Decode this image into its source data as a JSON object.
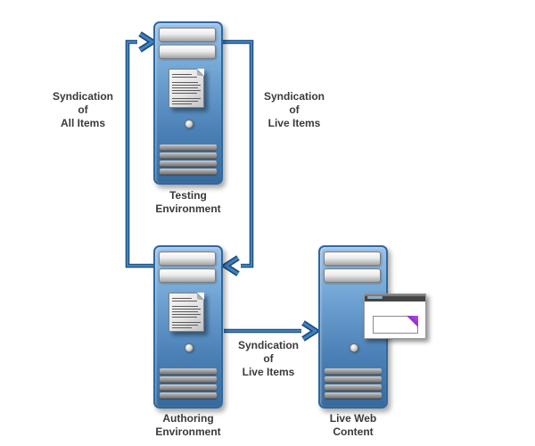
{
  "nodes": [
    {
      "id": "testing-environment",
      "label": [
        "Testing",
        "Environment"
      ],
      "icon": "document-icon"
    },
    {
      "id": "authoring-environment",
      "label": [
        "Authoring",
        "Environment"
      ],
      "icon": "document-icon"
    },
    {
      "id": "live-web-content",
      "label": [
        "Live Web",
        "Content"
      ],
      "icon": "browser-window-icon"
    }
  ],
  "edges": [
    {
      "id": "syndication-all-items",
      "from": "authoring-environment",
      "to": "testing-environment",
      "label": [
        "Syndication",
        "of",
        "All Items"
      ]
    },
    {
      "id": "syndication-live-items-down",
      "from": "testing-environment",
      "to": "authoring-environment",
      "label": [
        "Syndication",
        "of",
        "Live Items"
      ]
    },
    {
      "id": "syndication-live-items-right",
      "from": "authoring-environment",
      "to": "live-web-content",
      "label": [
        "Syndication",
        "of",
        "Live Items"
      ]
    }
  ],
  "colors": {
    "background": "#ffffff",
    "connector_outline": "#1b4d7a",
    "connector_core": "#4181bd",
    "server_border": "#2d68a0",
    "server_body_top": "#9cc1e6",
    "server_body_bottom": "#38699b",
    "label_text": "#3a3a3a",
    "browser_titlebar": "#474747",
    "purple_fold": "#8f27c4"
  }
}
